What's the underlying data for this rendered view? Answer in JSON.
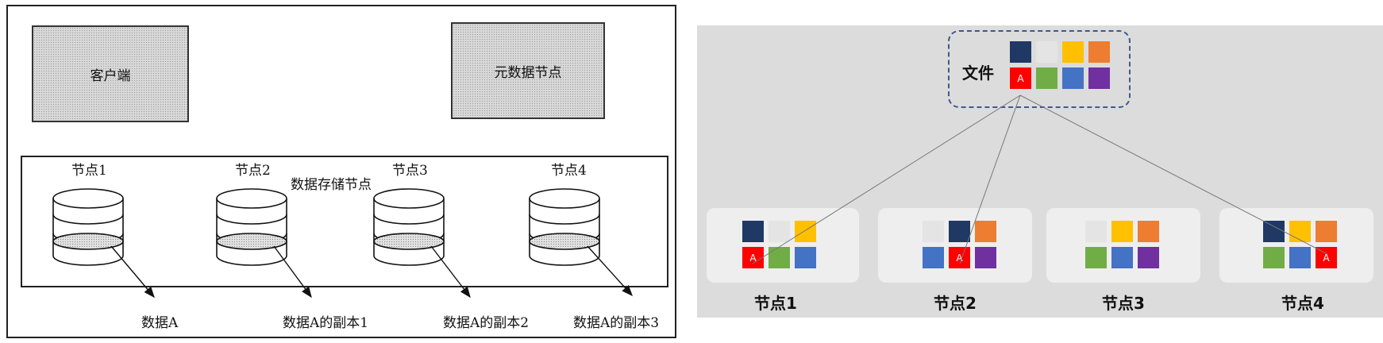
{
  "left": {
    "client": "客户端",
    "metadata_node": "元数据节点",
    "storage_label": "数据存储节点",
    "nodes": [
      "节点1",
      "节点2",
      "节点3",
      "节点4"
    ],
    "data_labels": [
      "数据A",
      "数据A的副本1",
      "数据A的副本2",
      "数据A的副本3"
    ]
  },
  "right": {
    "file_label": "文件",
    "block_letter": "A",
    "nodes": [
      "节点1",
      "节点2",
      "节点3",
      "节点4"
    ],
    "colors": {
      "navy": "#1f3864",
      "light": "#e4e4e4",
      "yellow": "#ffc000",
      "orange": "#ed7d31",
      "red": "#ff0000",
      "green": "#70ad47",
      "blue": "#4472c4",
      "purple": "#7030a0"
    },
    "file_blocks": [
      [
        "navy",
        "light",
        "yellow",
        "orange"
      ],
      [
        "red",
        "green",
        "blue",
        "purple"
      ]
    ],
    "node_blocks": [
      [
        [
          "navy",
          "light",
          "yellow"
        ],
        [
          "red",
          "green",
          "blue"
        ]
      ],
      [
        [
          "light",
          "navy",
          "orange"
        ],
        [
          "blue",
          "red",
          "purple"
        ]
      ],
      [
        [
          "light",
          "yellow",
          "orange"
        ],
        [
          "green",
          "blue",
          "purple"
        ]
      ],
      [
        [
          "navy",
          "yellow",
          "orange"
        ],
        [
          "green",
          "blue",
          "red"
        ]
      ]
    ]
  }
}
